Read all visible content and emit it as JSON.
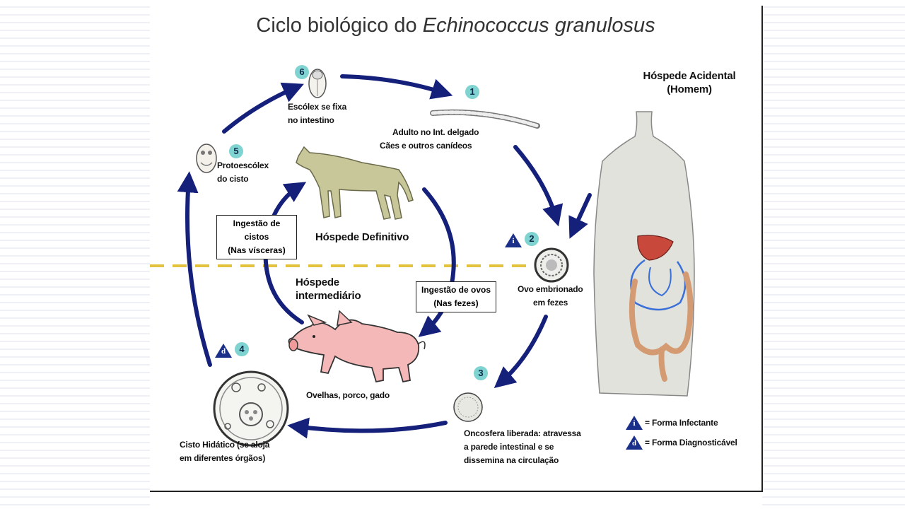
{
  "title": {
    "main": "Ciclo biológico do ",
    "italic": "Echinococcus granulosus"
  },
  "stages": [
    {
      "number": "1",
      "lines": [
        "Adulto no Int. delgado",
        "Cães e outros canídeos"
      ]
    },
    {
      "number": "2",
      "lines": [
        "Ovo embrionado",
        "em fezes"
      ]
    },
    {
      "number": "3",
      "lines": [
        "Oncosfera liberada: atravessa",
        "a parede intestinal e se",
        "dissemina na circulação"
      ]
    },
    {
      "number": "4",
      "lines": [
        "Cisto Hidático (se aloja",
        "em diferentes órgãos)"
      ]
    },
    {
      "number": "5",
      "lines": [
        "Protoescólex",
        "do cisto"
      ]
    },
    {
      "number": "6",
      "lines": [
        "Escólex se fixa",
        "no intestino"
      ]
    }
  ],
  "hosts": {
    "definitive": "Hóspede Definitivo",
    "intermediate": [
      "Hóspede",
      "intermediário"
    ],
    "accidental": [
      "Hóspede Acidental",
      "(Homem)"
    ],
    "intermediate_examples": "Ovelhas, porco, gado"
  },
  "boxes": {
    "cysts": [
      "Ingestão de cistos",
      "(Nas vísceras)"
    ],
    "eggs": [
      "Ingestão de ovos",
      "(Nas fezes)"
    ]
  },
  "legend": {
    "infective_symbol": "i",
    "infective": "= Forma Infectante",
    "diagnostic_symbol": "d",
    "diagnostic": "= Forma Diagnosticável"
  },
  "colors": {
    "arrow": "#14207a",
    "badge": "#7fd3d0",
    "dashed_line": "#e3c23d",
    "triangle": "#1a2f8a"
  }
}
